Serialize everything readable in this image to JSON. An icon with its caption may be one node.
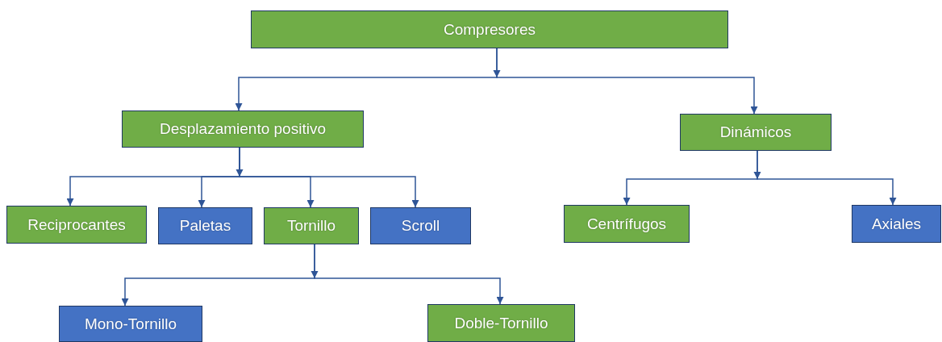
{
  "diagram": {
    "nodes": [
      {
        "text": [
          "Compresores"
        ]
      },
      {
        "text": [
          "Desplazamiento positivo"
        ]
      },
      {
        "text": [
          "Dinámicos"
        ]
      },
      {
        "text": [
          "Reciprocantes"
        ]
      },
      {
        "text": [
          "Paletas"
        ]
      },
      {
        "text": [
          "Tornillo"
        ]
      },
      {
        "text": [
          "Scroll"
        ]
      },
      {
        "text": [
          "Centrífugos"
        ]
      },
      {
        "text": [
          "Axiales"
        ]
      },
      {
        "text": [
          "Mono-Tornillo"
        ]
      },
      {
        "text": [
          "Doble-Tornillo"
        ]
      }
    ],
    "edges": [
      {
        "from": 0,
        "to": 1,
        "arrow": "to"
      },
      {
        "from": 0,
        "to": 2,
        "arrow": "to"
      },
      {
        "from": 1,
        "to": 3,
        "arrow": "to"
      },
      {
        "from": 1,
        "to": 4,
        "arrow": "to"
      },
      {
        "from": 1,
        "to": 5,
        "arrow": "to"
      },
      {
        "from": 1,
        "to": 6,
        "arrow": "to"
      },
      {
        "from": 2,
        "to": 7,
        "arrow": "to"
      },
      {
        "from": 2,
        "to": 8,
        "arrow": "to"
      },
      {
        "from": 5,
        "to": 9,
        "arrow": "to"
      },
      {
        "from": 5,
        "to": 10,
        "arrow": "to"
      }
    ]
  }
}
